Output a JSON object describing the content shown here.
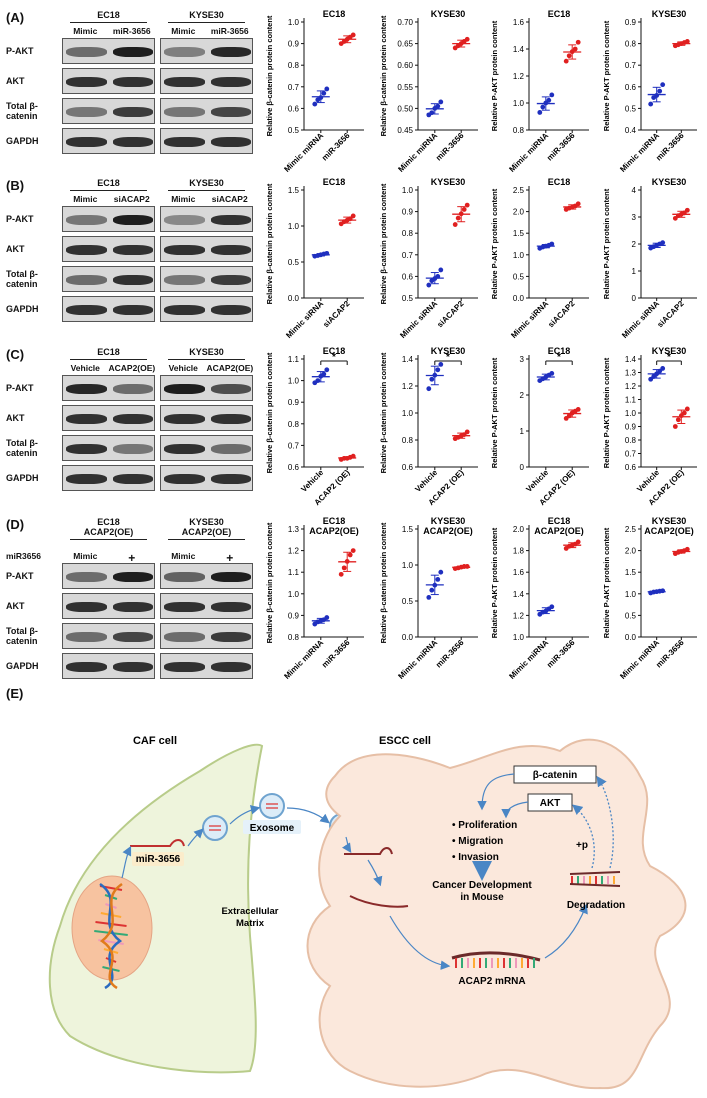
{
  "panels": [
    {
      "label": "(A)",
      "cells": [
        {
          "name": "EC18",
          "lanes": [
            "Mimic",
            "miR-3656"
          ]
        },
        {
          "name": "KYSE30",
          "lanes": [
            "Mimic",
            "miR-3656"
          ]
        }
      ],
      "rows": [
        "P-AKT",
        "AKT",
        "Total β-catenin",
        "GAPDH"
      ],
      "bands": [
        [
          [
            0.55,
            0.95
          ],
          [
            0.45,
            0.9
          ]
        ],
        [
          [
            0.85,
            0.85
          ],
          [
            0.85,
            0.85
          ]
        ],
        [
          [
            0.5,
            0.8
          ],
          [
            0.5,
            0.75
          ]
        ],
        [
          [
            0.85,
            0.85
          ],
          [
            0.85,
            0.85
          ]
        ]
      ]
    },
    {
      "label": "(B)",
      "cells": [
        {
          "name": "EC18",
          "lanes": [
            "Mimic",
            "siACAP2"
          ]
        },
        {
          "name": "KYSE30",
          "lanes": [
            "Mimic",
            "siACAP2"
          ]
        }
      ],
      "rows": [
        "P-AKT",
        "AKT",
        "Total β-catenin",
        "GAPDH"
      ],
      "bands": [
        [
          [
            0.5,
            0.95
          ],
          [
            0.4,
            0.85
          ]
        ],
        [
          [
            0.85,
            0.85
          ],
          [
            0.85,
            0.85
          ]
        ],
        [
          [
            0.55,
            0.85
          ],
          [
            0.5,
            0.8
          ]
        ],
        [
          [
            0.85,
            0.85
          ],
          [
            0.85,
            0.85
          ]
        ]
      ]
    },
    {
      "label": "(C)",
      "cells": [
        {
          "name": "EC18",
          "lanes": [
            "Vehicle",
            "ACAP2(OE)"
          ]
        },
        {
          "name": "KYSE30",
          "lanes": [
            "Vehicle",
            "ACAP2(OE)"
          ]
        }
      ],
      "rows": [
        "P-AKT",
        "AKT",
        "Total β-catenin",
        "GAPDH"
      ],
      "bands": [
        [
          [
            0.9,
            0.55
          ],
          [
            0.95,
            0.7
          ]
        ],
        [
          [
            0.85,
            0.85
          ],
          [
            0.85,
            0.85
          ]
        ],
        [
          [
            0.85,
            0.5
          ],
          [
            0.85,
            0.55
          ]
        ],
        [
          [
            0.85,
            0.85
          ],
          [
            0.85,
            0.85
          ]
        ]
      ]
    },
    {
      "label": "(D)",
      "cells": [
        {
          "name": "EC18\nACAP2(OE)",
          "lanes": [
            "Mimic",
            "+"
          ]
        },
        {
          "name": "KYSE30\nACAP2(OE)",
          "lanes": [
            "Mimic",
            "+"
          ]
        }
      ],
      "extra_row": "miR3656",
      "rows": [
        "P-AKT",
        "AKT",
        "Total β-catenin",
        "GAPDH"
      ],
      "bands": [
        [
          [
            0.55,
            0.95
          ],
          [
            0.6,
            0.95
          ]
        ],
        [
          [
            0.85,
            0.85
          ],
          [
            0.85,
            0.85
          ]
        ],
        [
          [
            0.55,
            0.75
          ],
          [
            0.55,
            0.8
          ]
        ],
        [
          [
            0.85,
            0.85
          ],
          [
            0.85,
            0.85
          ]
        ]
      ]
    }
  ],
  "chart_data": [
    {
      "type": "scatter",
      "panel": "A",
      "title": "EC18",
      "ylabel": "Relative β-catenin protein content",
      "categories": [
        "Mimic miRNA",
        "miR-3656"
      ],
      "ylim": [
        0.5,
        1.0
      ],
      "ticks": [
        "0.5",
        "0.6",
        "0.7",
        "0.8",
        "0.9",
        "1.0"
      ],
      "series": [
        {
          "values": [
            0.62,
            0.64,
            0.65,
            0.67,
            0.69
          ]
        },
        {
          "values": [
            0.9,
            0.91,
            0.92,
            0.93,
            0.94
          ]
        }
      ]
    },
    {
      "type": "scatter",
      "panel": "A",
      "title": "KYSE30",
      "ylabel": "Relative β-catenin protein content",
      "categories": [
        "Mimic miRNA",
        "miR-3656"
      ],
      "ylim": [
        0.45,
        0.7
      ],
      "ticks": [
        "0.45",
        "0.50",
        "0.55",
        "0.60",
        "0.65",
        "0.70"
      ],
      "series": [
        {
          "values": [
            0.485,
            0.49,
            0.5,
            0.505,
            0.515
          ]
        },
        {
          "values": [
            0.64,
            0.645,
            0.65,
            0.655,
            0.66
          ]
        }
      ]
    },
    {
      "type": "scatter",
      "panel": "A",
      "title": "EC18",
      "ylabel": "Relative P-AKT protein content",
      "categories": [
        "Mimic miRNA",
        "miR-3656"
      ],
      "ylim": [
        0.8,
        1.6
      ],
      "ticks": [
        "0.8",
        "1.0",
        "1.2",
        "1.4",
        "1.6"
      ],
      "series": [
        {
          "values": [
            0.93,
            0.97,
            1.0,
            1.02,
            1.06
          ]
        },
        {
          "values": [
            1.31,
            1.35,
            1.38,
            1.4,
            1.45
          ]
        }
      ]
    },
    {
      "type": "scatter",
      "panel": "A",
      "title": "KYSE30",
      "ylabel": "Relative P-AKT protein content",
      "categories": [
        "Mimic miRNA",
        "miR-3656"
      ],
      "ylim": [
        0.4,
        0.9
      ],
      "ticks": [
        "0.4",
        "0.5",
        "0.6",
        "0.7",
        "0.8",
        "0.9"
      ],
      "series": [
        {
          "values": [
            0.52,
            0.55,
            0.56,
            0.58,
            0.61
          ]
        },
        {
          "values": [
            0.79,
            0.795,
            0.8,
            0.805,
            0.81
          ]
        }
      ]
    },
    {
      "type": "scatter",
      "panel": "B",
      "title": "EC18",
      "ylabel": "Relative β-catenin protein content",
      "categories": [
        "Mimic siRNA",
        "siACAP2"
      ],
      "ylim": [
        0.0,
        1.5
      ],
      "ticks": [
        "0.0",
        "0.5",
        "1.0",
        "1.5"
      ],
      "series": [
        {
          "values": [
            0.58,
            0.59,
            0.6,
            0.61,
            0.62
          ]
        },
        {
          "values": [
            1.03,
            1.06,
            1.08,
            1.1,
            1.14
          ]
        }
      ]
    },
    {
      "type": "scatter",
      "panel": "B",
      "title": "KYSE30",
      "ylabel": "Relative β-catenin protein content",
      "categories": [
        "Mimic siRNA",
        "siACAP2"
      ],
      "ylim": [
        0.5,
        1.0
      ],
      "ticks": [
        "0.5",
        "0.6",
        "0.7",
        "0.8",
        "0.9",
        "1.0"
      ],
      "series": [
        {
          "values": [
            0.56,
            0.58,
            0.59,
            0.6,
            0.63
          ]
        },
        {
          "values": [
            0.84,
            0.87,
            0.89,
            0.91,
            0.93
          ]
        }
      ]
    },
    {
      "type": "scatter",
      "panel": "B",
      "title": "EC18",
      "ylabel": "Relative P-AKT protein content",
      "categories": [
        "Mimic siRNA",
        "siACAP2"
      ],
      "ylim": [
        0.0,
        2.5
      ],
      "ticks": [
        "0.0",
        "0.5",
        "1.0",
        "1.5",
        "2.0",
        "2.5"
      ],
      "series": [
        {
          "values": [
            1.15,
            1.18,
            1.2,
            1.22,
            1.25
          ]
        },
        {
          "values": [
            2.05,
            2.08,
            2.1,
            2.13,
            2.18
          ]
        }
      ]
    },
    {
      "type": "scatter",
      "panel": "B",
      "title": "KYSE30",
      "ylabel": "Relative P-AKT protein content",
      "categories": [
        "Mimic siRNA",
        "siACAP2"
      ],
      "ylim": [
        0,
        4
      ],
      "ticks": [
        "0",
        "1",
        "2",
        "3",
        "4"
      ],
      "series": [
        {
          "values": [
            1.85,
            1.9,
            1.95,
            2.0,
            2.05
          ]
        },
        {
          "values": [
            2.95,
            3.05,
            3.1,
            3.15,
            3.25
          ]
        }
      ]
    },
    {
      "type": "scatter",
      "panel": "C",
      "title": "EC18",
      "ylabel": "Relative β-catenin protein content",
      "categories": [
        "Vehicle",
        "ACAP2 (OE)"
      ],
      "ylim": [
        0.6,
        1.1
      ],
      "ticks": [
        "0.6",
        "0.7",
        "0.8",
        "0.9",
        "1.0",
        "1.1"
      ],
      "sig": "*",
      "series": [
        {
          "values": [
            0.99,
            1.0,
            1.02,
            1.03,
            1.05
          ]
        },
        {
          "values": [
            0.635,
            0.64,
            0.64,
            0.645,
            0.65
          ]
        }
      ]
    },
    {
      "type": "scatter",
      "panel": "C",
      "title": "KYSE30",
      "ylabel": "Relative β-catenin protein content",
      "categories": [
        "Vehicle",
        "ACAP2 (OE)"
      ],
      "ylim": [
        0.6,
        1.4
      ],
      "ticks": [
        "0.6",
        "0.8",
        "1.0",
        "1.2",
        "1.4"
      ],
      "sig": "*",
      "series": [
        {
          "values": [
            1.18,
            1.25,
            1.28,
            1.32,
            1.36
          ]
        },
        {
          "values": [
            0.81,
            0.82,
            0.83,
            0.84,
            0.86
          ]
        }
      ]
    },
    {
      "type": "scatter",
      "panel": "C",
      "title": "EC18",
      "ylabel": "Relative P-AKT protein content",
      "categories": [
        "Vehicle",
        "ACAP2 (OE)"
      ],
      "ylim": [
        0,
        3
      ],
      "ticks": [
        "0",
        "1",
        "2",
        "3"
      ],
      "sig": "*",
      "series": [
        {
          "values": [
            2.4,
            2.45,
            2.5,
            2.55,
            2.6
          ]
        },
        {
          "values": [
            1.35,
            1.42,
            1.5,
            1.55,
            1.6
          ]
        }
      ]
    },
    {
      "type": "scatter",
      "panel": "C",
      "title": "KYSE30",
      "ylabel": "Relative P-AKT protein content",
      "categories": [
        "Vehicle",
        "ACAP2 (OE)"
      ],
      "ylim": [
        0.6,
        1.4
      ],
      "ticks": [
        "0.6",
        "0.7",
        "0.8",
        "0.9",
        "1.0",
        "1.1",
        "1.2",
        "1.3",
        "1.4"
      ],
      "sig": "*",
      "series": [
        {
          "values": [
            1.25,
            1.27,
            1.29,
            1.31,
            1.33
          ]
        },
        {
          "values": [
            0.9,
            0.95,
            0.98,
            1.0,
            1.03
          ]
        }
      ]
    },
    {
      "type": "scatter",
      "panel": "D",
      "title": "EC18\nACAP2(OE)",
      "ylabel": "Relative β-catenin protein content",
      "categories": [
        "Mimic miRNA",
        "miR-3656"
      ],
      "ylim": [
        0.8,
        1.3
      ],
      "ticks": [
        "0.8",
        "0.9",
        "1.0",
        "1.1",
        "1.2",
        "1.3"
      ],
      "series": [
        {
          "values": [
            0.86,
            0.87,
            0.875,
            0.88,
            0.89
          ]
        },
        {
          "values": [
            1.09,
            1.12,
            1.15,
            1.18,
            1.2
          ]
        }
      ]
    },
    {
      "type": "scatter",
      "panel": "D",
      "title": "KYSE30\nACAP2(OE)",
      "ylabel": "Relative β-catenin protein content",
      "categories": [
        "Mimic miRNA",
        "miR-3656"
      ],
      "ylim": [
        0.0,
        1.5
      ],
      "ticks": [
        "0.0",
        "0.5",
        "1.0",
        "1.5"
      ],
      "series": [
        {
          "values": [
            0.55,
            0.65,
            0.72,
            0.8,
            0.9
          ]
        },
        {
          "values": [
            0.95,
            0.96,
            0.97,
            0.98,
            0.98
          ]
        }
      ]
    },
    {
      "type": "scatter",
      "panel": "D",
      "title": "EC18\nACAP2(OE)",
      "ylabel": "Relative P-AKT protein content",
      "categories": [
        "Mimic miRNA",
        "miR-3656"
      ],
      "ylim": [
        1.0,
        2.0
      ],
      "ticks": [
        "1.0",
        "1.2",
        "1.4",
        "1.6",
        "1.8",
        "2.0"
      ],
      "series": [
        {
          "values": [
            1.21,
            1.23,
            1.24,
            1.26,
            1.28
          ]
        },
        {
          "values": [
            1.82,
            1.84,
            1.85,
            1.86,
            1.88
          ]
        }
      ]
    },
    {
      "type": "scatter",
      "panel": "D",
      "title": "KYSE30\nACAP2(OE)",
      "ylabel": "Relative P-AKT protein content",
      "categories": [
        "Mimic miRNA",
        "miR-3656"
      ],
      "ylim": [
        0.0,
        2.5
      ],
      "ticks": [
        "0.0",
        "0.5",
        "1.0",
        "1.5",
        "2.0",
        "2.5"
      ],
      "series": [
        {
          "values": [
            1.02,
            1.04,
            1.05,
            1.06,
            1.07
          ]
        },
        {
          "values": [
            1.93,
            1.96,
            1.98,
            2.0,
            2.03
          ]
        }
      ]
    }
  ],
  "colors": {
    "group1": "#1f2fbf",
    "group2": "#e02020"
  },
  "diagram": {
    "label": "(E)",
    "caf_title": "CAF cell",
    "escc_title": "ESCC cell",
    "mir": "miR-3656",
    "exosome": "Exosome",
    "ecm": "Extracellular\nMatrix",
    "beta_catenin": "β-catenin",
    "akt": "AKT",
    "phen1": "• Proliferation",
    "phen2": "• Migration",
    "phen3": "• Invasion",
    "cancer": "Cancer Development\nin Mouse",
    "degradation": "Degradation",
    "plus_p": "+p",
    "acap2": "ACAP2  mRNA",
    "colors": {
      "caf_fill": "#eef4dc",
      "caf_stroke": "#b8cc8a",
      "nucleus": "#f7c3a0",
      "escc_fill": "#fbe8dc",
      "escc_stroke": "#e6bfa6",
      "arrow": "#4a86c5",
      "mir_bg": "#fbeccb"
    }
  }
}
